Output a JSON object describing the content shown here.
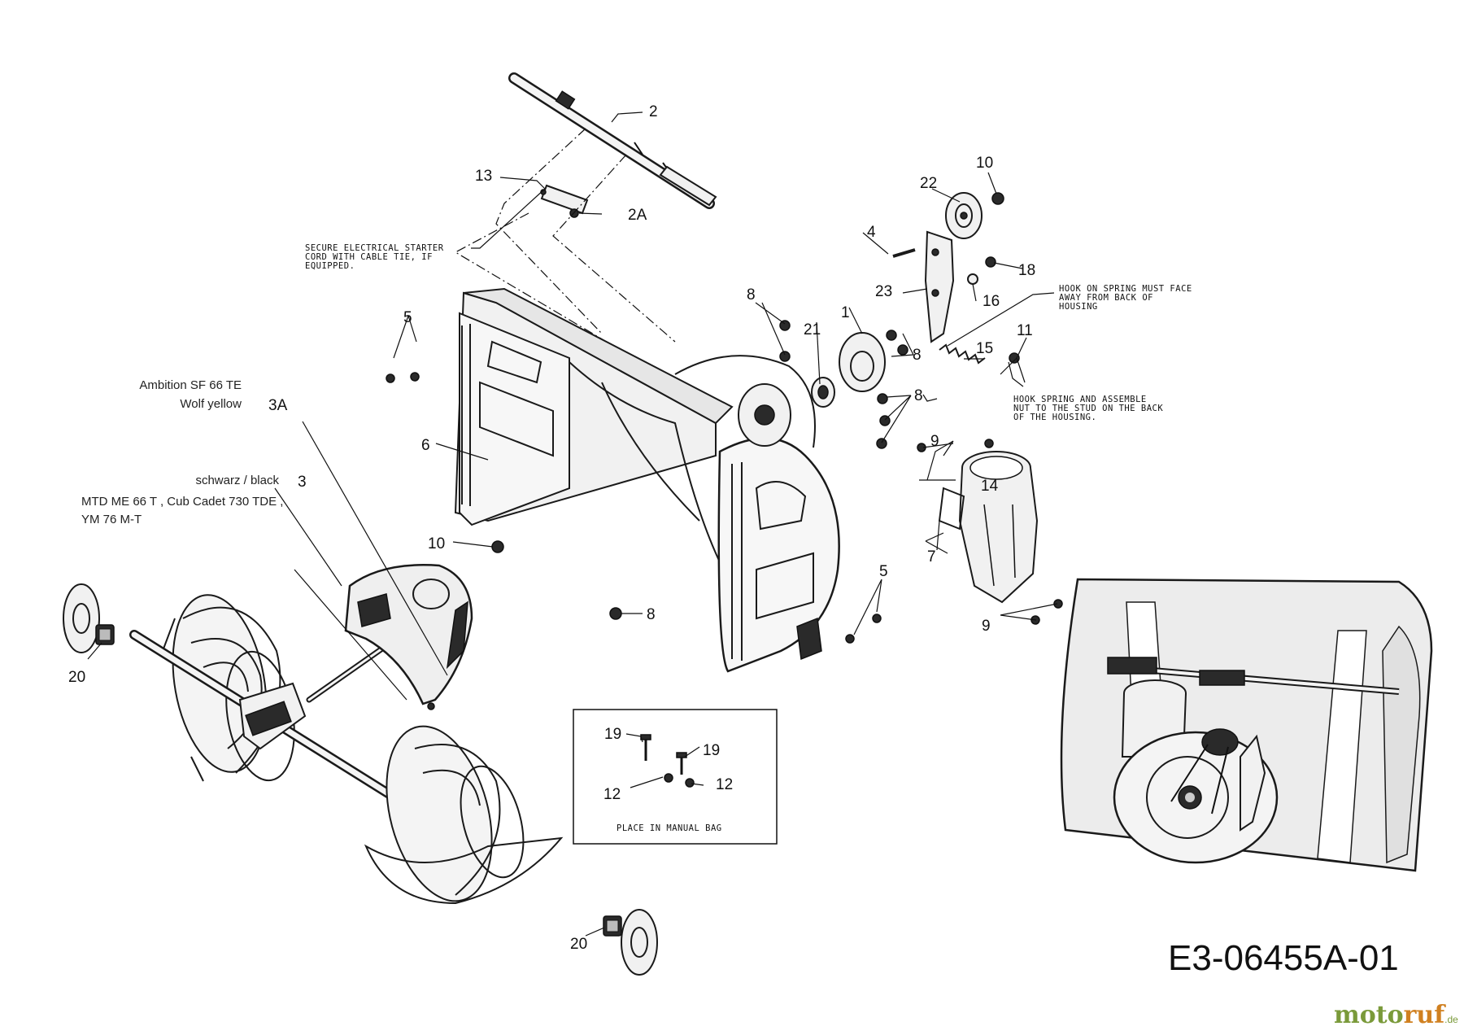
{
  "callouts": {
    "c1": "1",
    "c2": "2",
    "c2a": "2A",
    "c3": "3",
    "c3a": "3A",
    "c4": "4",
    "c5a": "5",
    "c5b": "5",
    "c6": "6",
    "c7": "7",
    "c8a": "8",
    "c8b": "8",
    "c8c": "8",
    "c8d": "8",
    "c9a": "9",
    "c9b": "9",
    "c10a": "10",
    "c10b": "10",
    "c11": "11",
    "c12a": "12",
    "c12b": "12",
    "c13": "13",
    "c14": "14",
    "c15": "15",
    "c16": "16",
    "c18": "18",
    "c19a": "19",
    "c19b": "19",
    "c20a": "20",
    "c20b": "20",
    "c21": "21",
    "c22": "22",
    "c23": "23"
  },
  "notes": {
    "cable_tie": [
      "SECURE ELECTRICAL STARTER",
      "CORD WITH CABLE TIE, IF",
      "EQUIPPED."
    ],
    "spring_face": [
      "HOOK ON SPRING MUST FACE",
      "AWAY FROM BACK OF",
      "HOUSING"
    ],
    "spring_hook": [
      "HOOK SPRING AND ASSEMBLE",
      "NUT TO THE STUD ON THE BACK",
      "OF THE HOUSING."
    ],
    "manual_bag": "PLACE IN MANUAL BAG"
  },
  "variants": {
    "v3a_line1": "Ambition SF 66 TE",
    "v3a_line2": "Wolf yellow",
    "v3_line1": "schwarz / black",
    "v3_line2": "MTD ME 66 T , Cub Cadet 730 TDE ,",
    "v3_line3": "YM 76 M-T"
  },
  "drawing_id": "E3-06455A-01",
  "logo": {
    "part1": "moto",
    "part2": "ruf",
    "suffix": ".de"
  }
}
